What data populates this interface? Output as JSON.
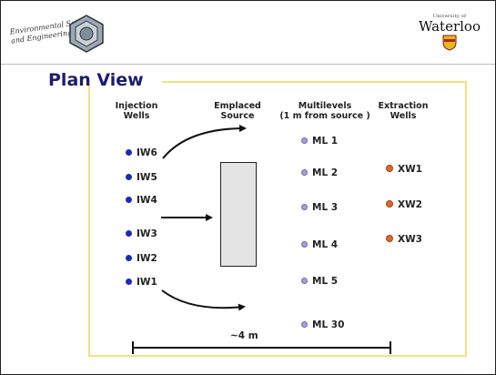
{
  "header": {
    "left_logo_text": "Environmental Science and Engineering",
    "right_logo_small": "University of",
    "right_logo_big": "Waterloo"
  },
  "title": "Plan View",
  "columns": {
    "injection": "Injection\nWells",
    "source": "Emplaced\nSource",
    "multilevels": "Multilevels\n(1 m from source )",
    "extraction": "Extraction\nWells"
  },
  "injection_wells": [
    "IW6",
    "IW5",
    "IW4",
    "IW3",
    "IW2",
    "IW1"
  ],
  "multilevels": [
    "ML 1",
    "ML 2",
    "ML 3",
    "ML 4",
    "ML 5",
    "ML 30"
  ],
  "extraction_wells": [
    "XW1",
    "XW2",
    "XW3"
  ],
  "scale": "~4 m",
  "colors": {
    "title": "#1c1c72",
    "injection_dot": "#1a2bb8",
    "multilevel_dot": "#a79fd6",
    "extraction_dot": "#e0662a",
    "frame": "#f3e27a",
    "source_fill": "#e4e4e4"
  }
}
